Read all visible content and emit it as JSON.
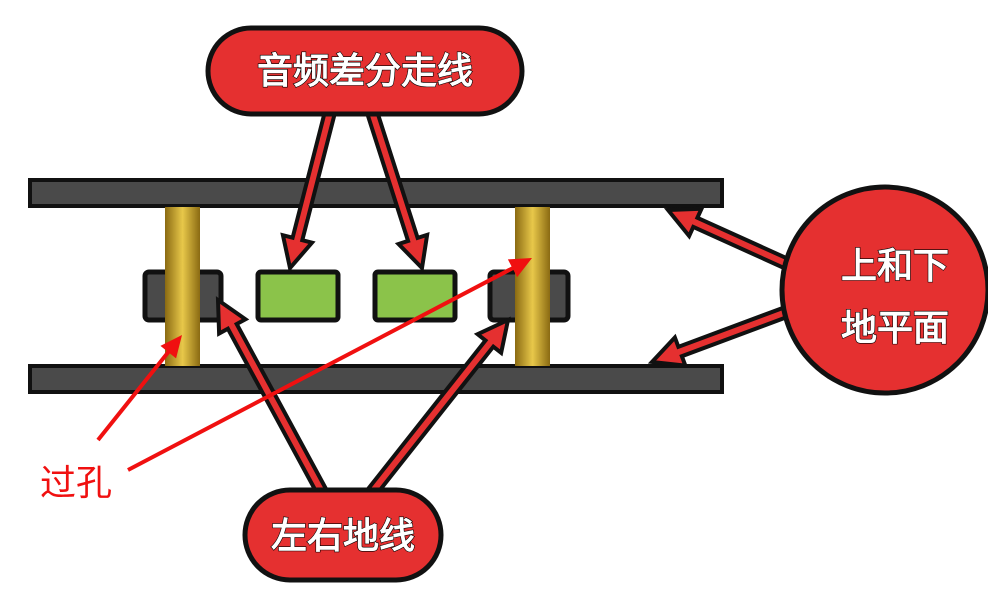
{
  "labels": {
    "top": "音频差分走线",
    "bottom": "左右地线",
    "right_line1": "上和下",
    "right_line2": "地平面",
    "via_note": "过孔"
  },
  "colors": {
    "plane": "#4a4a4a",
    "signal_trace": "#8bc34a",
    "via": "#c9a227",
    "callout": "#e53030",
    "annotation": "#f01010"
  }
}
